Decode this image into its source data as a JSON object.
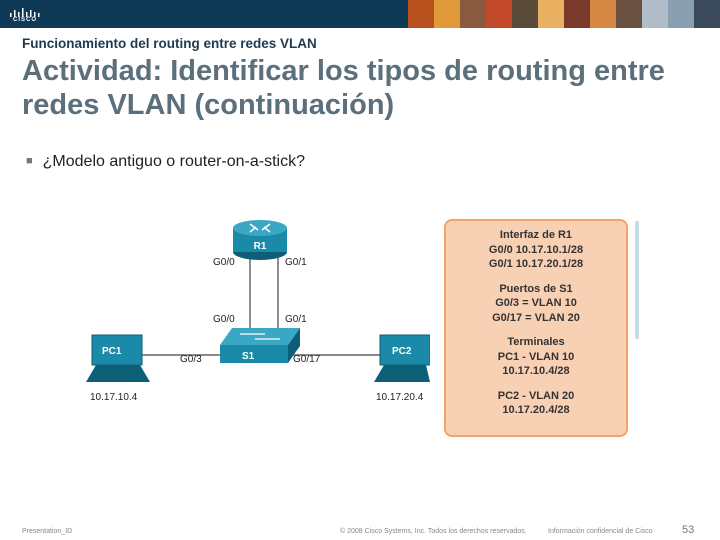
{
  "header": {
    "logo_text": "CISCO",
    "photo_colors": [
      "#b8501e",
      "#e09a3a",
      "#8a5a40",
      "#c24a2a",
      "#5a4a3a",
      "#e8b060",
      "#7a3a2a",
      "#d48844",
      "#6a5040",
      "#b0bcc8",
      "#8aa0b0",
      "#3a4a5a"
    ]
  },
  "slide": {
    "subtitle": "Funcionamiento del routing entre redes VLAN",
    "title": "Actividad: Identificar los tipos de routing entre redes VLAN (continuación)",
    "bullet": "¿Modelo antiguo o router-on-a-stick?"
  },
  "diagram": {
    "router": {
      "name": "R1",
      "port_left": "G0/0",
      "port_right": "G0/1"
    },
    "switch": {
      "name": "S1",
      "port_up_left": "G0/0",
      "port_up_right": "G0/1",
      "port_left": "G0/3",
      "port_right": "G0/17"
    },
    "pc1": {
      "name": "PC1",
      "ip": "10.17.10.4"
    },
    "pc2": {
      "name": "PC2",
      "ip": "10.17.20.4"
    },
    "colors": {
      "device": "#1b8aa8",
      "device_dark": "#0d5f78",
      "link": "#444444"
    }
  },
  "info_panel": {
    "r1_heading": "Interfaz de R1",
    "r1_lines": [
      "G0/0 10.17.10.1/28",
      "G0/1 10.17.20.1/28"
    ],
    "s1_heading": "Puertos de S1",
    "s1_lines": [
      "G0/3 = VLAN 10",
      "G0/17 = VLAN 20"
    ],
    "term_heading": "Terminales",
    "term_lines": [
      "PC1 - VLAN 10",
      "10.17.10.4/28",
      "PC2 - VLAN 20",
      "10.17.20.4/28"
    ]
  },
  "footer": {
    "presentation_id": "Presentation_ID",
    "copyright": "© 2008 Cisco Systems, Inc. Todos los derechos reservados.",
    "confidential": "Información confidencial de Cisco",
    "page_number": "53"
  }
}
